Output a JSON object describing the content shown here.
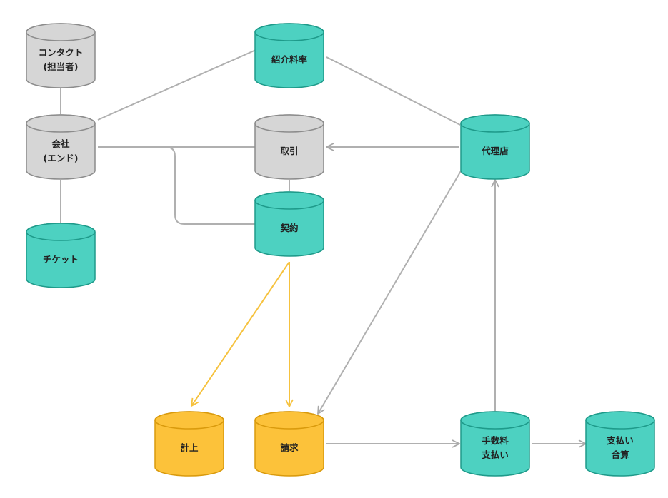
{
  "colors": {
    "gray_fill": "#d6d6d6",
    "gray_stroke": "#8c8c8c",
    "teal_fill": "#4dd1c1",
    "teal_stroke": "#1e9a8a",
    "yellow_fill": "#fcc23a",
    "yellow_stroke": "#d99a0c",
    "gray_line": "#b0b0b0",
    "yellow_line": "#f6c23e"
  },
  "nodes": [
    {
      "id": "contact",
      "lines": [
        "コンタクト",
        "(担当者)"
      ],
      "color": "gray"
    },
    {
      "id": "company",
      "lines": [
        "会社",
        "(エンド)"
      ],
      "color": "gray"
    },
    {
      "id": "ticket",
      "lines": [
        "チケット"
      ],
      "color": "teal"
    },
    {
      "id": "referral-rate",
      "lines": [
        "紹介料率"
      ],
      "color": "teal"
    },
    {
      "id": "deal",
      "lines": [
        "取引"
      ],
      "color": "gray"
    },
    {
      "id": "contract",
      "lines": [
        "契約"
      ],
      "color": "teal"
    },
    {
      "id": "agency",
      "lines": [
        "代理店"
      ],
      "color": "teal"
    },
    {
      "id": "accounting",
      "lines": [
        "計上"
      ],
      "color": "yellow"
    },
    {
      "id": "billing",
      "lines": [
        "請求"
      ],
      "color": "yellow"
    },
    {
      "id": "fee-payment",
      "lines": [
        "手数料",
        "支払い"
      ],
      "color": "teal"
    },
    {
      "id": "payment-total",
      "lines": [
        "支払い",
        "合算"
      ],
      "color": "teal"
    }
  ],
  "edges": [
    {
      "from": "contact",
      "to": "company",
      "kind": "line",
      "color": "gray"
    },
    {
      "from": "company",
      "to": "ticket",
      "kind": "line",
      "color": "gray"
    },
    {
      "from": "company",
      "to": "referral-rate",
      "kind": "line",
      "color": "gray"
    },
    {
      "from": "referral-rate",
      "to": "agency",
      "kind": "line",
      "color": "gray"
    },
    {
      "from": "company",
      "to": "deal",
      "kind": "line",
      "color": "gray"
    },
    {
      "from": "company",
      "to": "contract",
      "kind": "line",
      "color": "gray"
    },
    {
      "from": "deal",
      "to": "contract",
      "kind": "line",
      "color": "gray"
    },
    {
      "from": "agency",
      "to": "deal",
      "kind": "arrow",
      "color": "gray"
    },
    {
      "from": "agency",
      "to": "billing",
      "kind": "arrow",
      "color": "gray"
    },
    {
      "from": "contract",
      "to": "accounting",
      "kind": "arrow",
      "color": "yellow"
    },
    {
      "from": "contract",
      "to": "billing",
      "kind": "arrow",
      "color": "yellow"
    },
    {
      "from": "billing",
      "to": "fee-payment",
      "kind": "arrow",
      "color": "gray"
    },
    {
      "from": "fee-payment",
      "to": "agency",
      "kind": "arrow",
      "color": "gray"
    },
    {
      "from": "fee-payment",
      "to": "payment-total",
      "kind": "arrow",
      "color": "gray"
    }
  ]
}
